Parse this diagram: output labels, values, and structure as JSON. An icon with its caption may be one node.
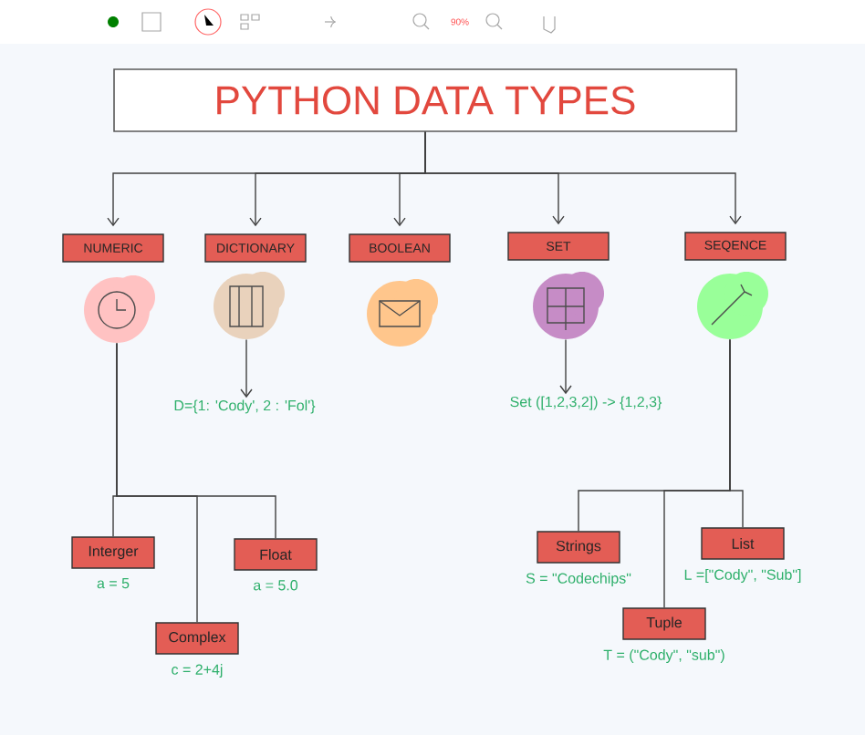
{
  "diagram": {
    "nodes": [
      {
        "text": [
          "PYTHON DATA TYPES"
        ]
      },
      {
        "text": [
          "NUMERIC"
        ]
      },
      {
        "text": [
          "DICTIONARY"
        ]
      },
      {
        "text": [
          "BOOLEAN"
        ]
      },
      {
        "text": [
          "SET"
        ]
      },
      {
        "text": [
          "SEQENCE"
        ]
      },
      {
        "text": [],
        "shape": "picture"
      },
      {
        "text": [],
        "shape": "picture"
      },
      {
        "text": [],
        "shape": "picture"
      },
      {
        "text": [],
        "shape": "picture"
      },
      {
        "text": [],
        "shape": "picture"
      },
      {
        "text": [
          "D={1: 'Cody', 2 : 'Fol'}"
        ]
      },
      {
        "text": [
          "Set ([1,2,3,2]) -> {1,2,3}"
        ]
      },
      {
        "text": [
          "Interger"
        ],
        "beside": [
          "a = 5"
        ]
      },
      {
        "text": [
          "Complex"
        ],
        "beside": [
          "c = 2+4j"
        ]
      },
      {
        "text": [
          "Float"
        ],
        "beside": [
          "a = 5.0"
        ]
      },
      {
        "text": [
          "Strings"
        ],
        "beside": [
          "S = \"Codechips\""
        ]
      },
      {
        "text": [
          "Tuple"
        ],
        "beside": [
          "T = (\"Cody\", \"sub\")"
        ]
      },
      {
        "text": [
          "List"
        ],
        "beside": [
          "L =[\"Cody\", \"Sub\"]"
        ]
      }
    ],
    "edges": [
      {
        "from": 0,
        "to": 1,
        "arrow": "to"
      },
      {
        "from": 0,
        "to": 2,
        "arrow": "to"
      },
      {
        "from": 0,
        "to": 3,
        "arrow": "to"
      },
      {
        "from": 0,
        "to": 4,
        "arrow": "to"
      },
      {
        "from": 0,
        "to": 5,
        "arrow": "to"
      },
      {
        "from": 7,
        "to": 11,
        "arrow": "to"
      },
      {
        "from": 9,
        "to": 12,
        "arrow": "to"
      },
      {
        "from": 6,
        "to": 13,
        "arrow": "none"
      },
      {
        "from": 6,
        "to": 14,
        "arrow": "none"
      },
      {
        "from": 6,
        "to": 15,
        "arrow": "none"
      },
      {
        "from": 10,
        "to": 16,
        "arrow": "none"
      },
      {
        "from": 10,
        "to": 17,
        "arrow": "none"
      },
      {
        "from": 10,
        "to": 18,
        "arrow": "none"
      }
    ],
    "labels": [
      "90%"
    ]
  }
}
